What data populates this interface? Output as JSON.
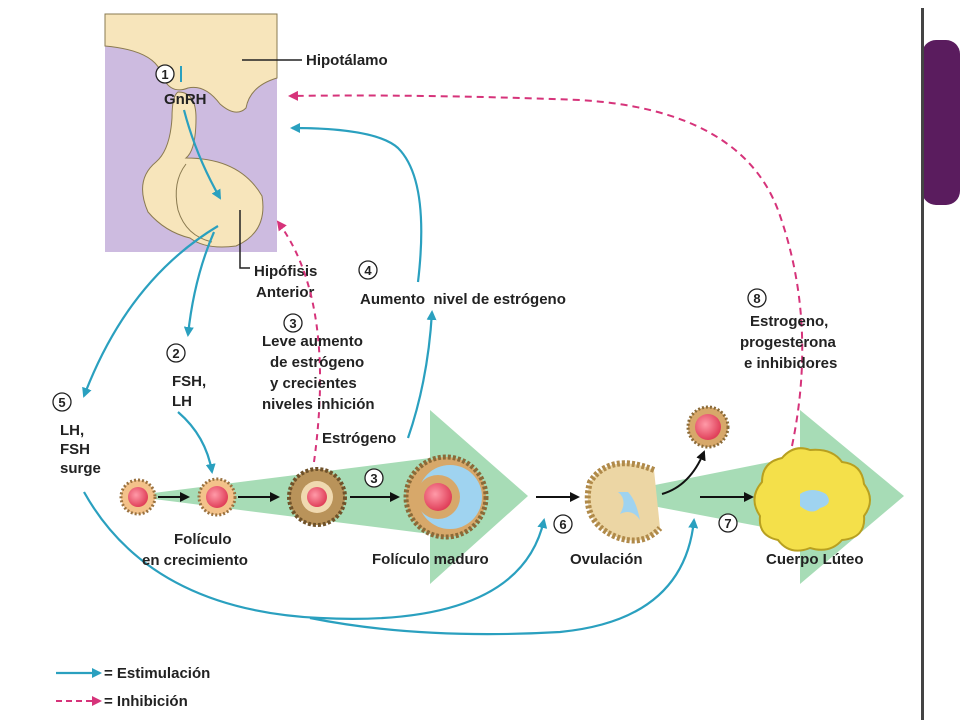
{
  "labels": {
    "hypothalamus": "Hipotálamo",
    "gnrh": "GnRH",
    "pituitary": [
      "Hipófisis",
      "Anterior"
    ],
    "fsh_lh": [
      "FSH,",
      "LH"
    ],
    "lh_surge": [
      "LH,",
      "FSH",
      "surge"
    ],
    "slight_rise": [
      "Leve aumento",
      "de estrógeno",
      "y crecientes",
      "niveles inhición"
    ],
    "rising_estrogen": "Aumento  nivel de estrógeno",
    "estrogen": "Estrógeno",
    "feedback_8": [
      "Estrogeno,",
      "progesterona",
      "e inhibidores"
    ],
    "growing_follicle": [
      "Folículo",
      "en crecimiento"
    ],
    "mature_follicle": "Folículo maduro",
    "ovulation": "Ovulación",
    "corpus_luteum": "Cuerpo Lúteo"
  },
  "steps": [
    "1",
    "2",
    "3",
    "3",
    "4",
    "5",
    "6",
    "7",
    "8"
  ],
  "legend": {
    "stimulation": "= Estimulación",
    "inhibition": "= Inhibición"
  },
  "colors": {
    "stimulation": "#2aa0bf",
    "inhibition": "#d6337a",
    "hypothalamus_bg": "#cdbbe0",
    "tissue": "#f7e5bb",
    "big_arrow": "#a7dcb6",
    "accent_bar": "#5a1c5e",
    "corpus_luteum": "#f4e04a"
  }
}
